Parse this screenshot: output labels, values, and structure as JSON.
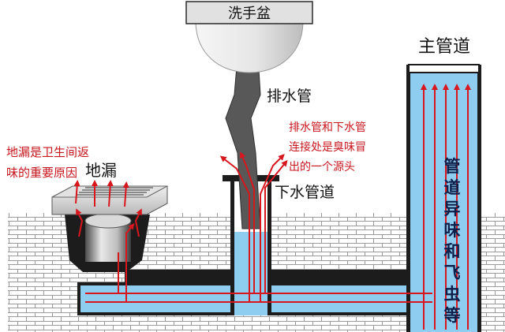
{
  "labels": {
    "basin": "洗手盆",
    "drain_pipe": "排水管",
    "floor_drain": "地漏",
    "sewer_pipe": "下水管道",
    "main_pipe": "主管道"
  },
  "notes": {
    "floor_drain_note": [
      "地漏是卫生间返",
      "味的重要原因"
    ],
    "joint_note": [
      "排水管和下水管",
      "连接处是臭味冒",
      "出的一个源头"
    ],
    "main_pipe_note": [
      "管",
      "道",
      "异",
      "味",
      "和",
      "飞",
      "虫",
      "等"
    ]
  },
  "colors": {
    "water": "#8ecdf0",
    "pipe_outline": "#1c1c1c",
    "odor_arrow": "#d8161e",
    "note_text": "#c8161e",
    "brick_line": "#9a9a9a"
  }
}
